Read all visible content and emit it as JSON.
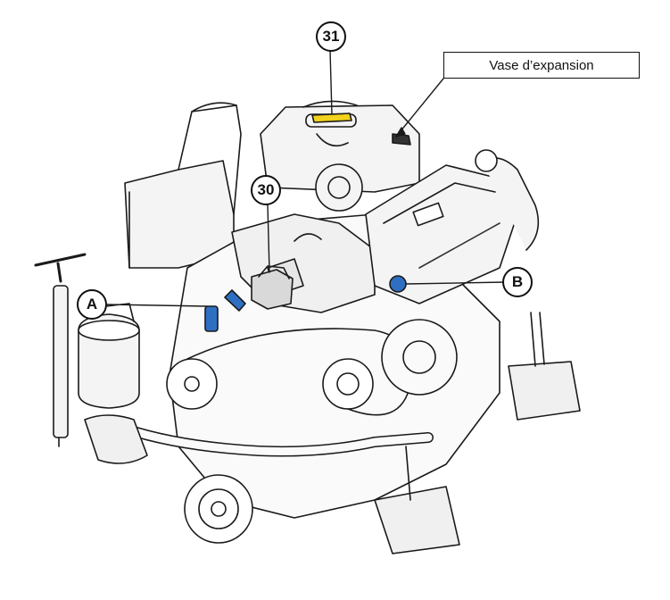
{
  "diagram": {
    "callouts": {
      "callout_31": "31",
      "callout_30": "30",
      "callout_a": "A",
      "callout_b": "B"
    },
    "label": "Vase d’expansion",
    "colors": {
      "line": "#1a1a1a",
      "shade": "#d9d9d9",
      "dark": "#333333",
      "cap_yellow": "#f2d21b",
      "hose_blue": "#2f6fc2"
    }
  }
}
